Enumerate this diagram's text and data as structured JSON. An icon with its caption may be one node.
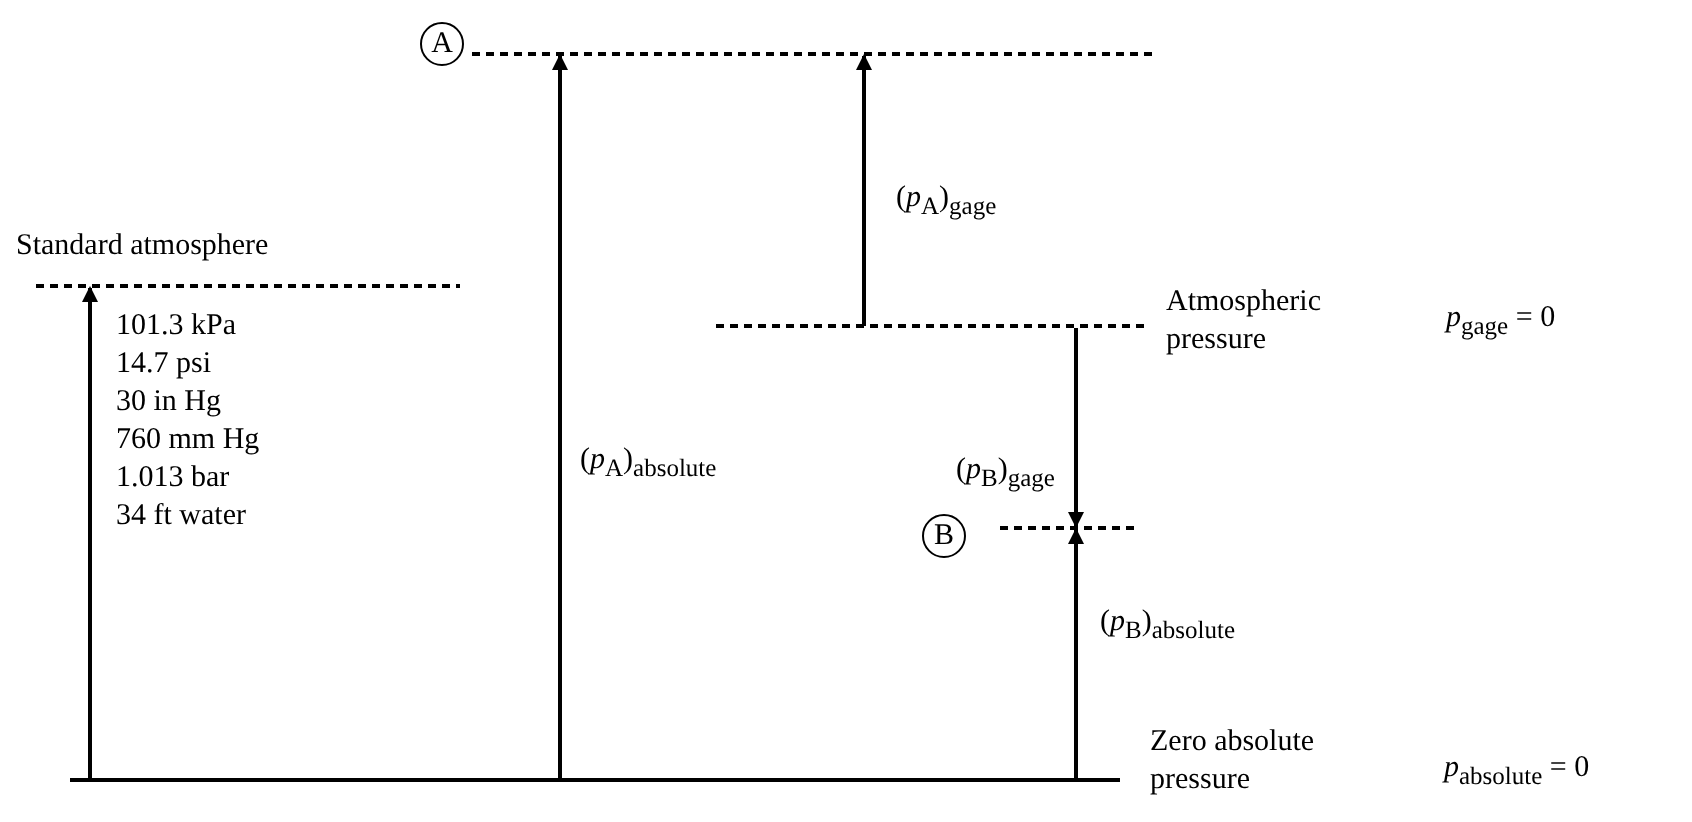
{
  "diagram": {
    "nodes": [
      {
        "text": [
          "A"
        ]
      },
      {
        "text": [
          "B"
        ]
      }
    ],
    "labels": [
      "(*p*$_{A}$)$_{gage}$",
      "Standard atmosphere",
      "101.3 kPa",
      "14.7 psi",
      "30 in Hg",
      "760 mm Hg",
      "1.013 bar",
      "34 ft water",
      "Atmospheric pressure",
      "*p*$_{gage}$ = 0",
      "(*p*$_{B}$)$_{gage}$",
      "(*p*$_{A}$)$_{absolute}$",
      "(*p*$_{B}$)$_{absolute}$",
      "Zero absolute pressure",
      "*p*$_{absolute}$ = 0"
    ]
  }
}
